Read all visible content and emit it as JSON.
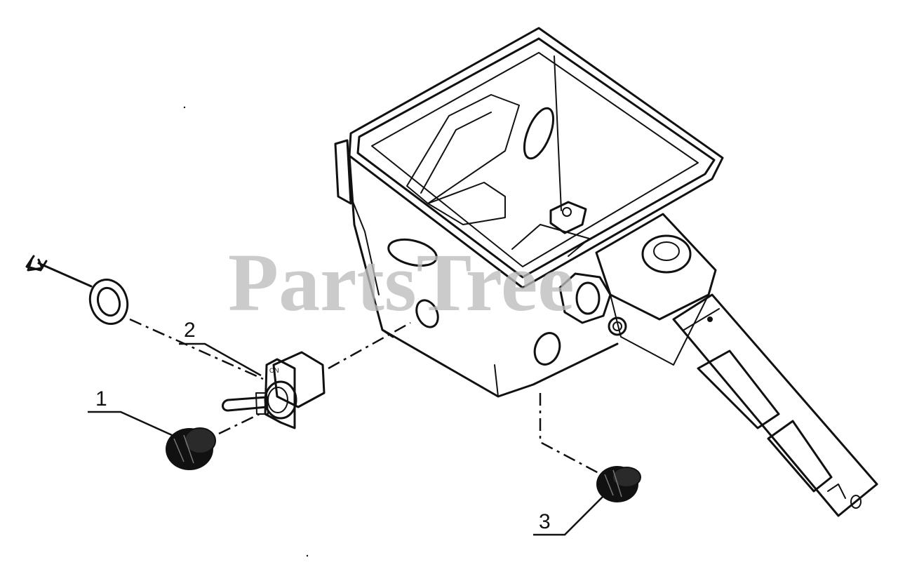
{
  "watermark": "PartsTree",
  "callouts": {
    "part1": "1",
    "part2": "2",
    "part3": "3"
  },
  "switch_marking": "ON",
  "ink_color": "#111111",
  "watermark_color": "#bdbdbd"
}
